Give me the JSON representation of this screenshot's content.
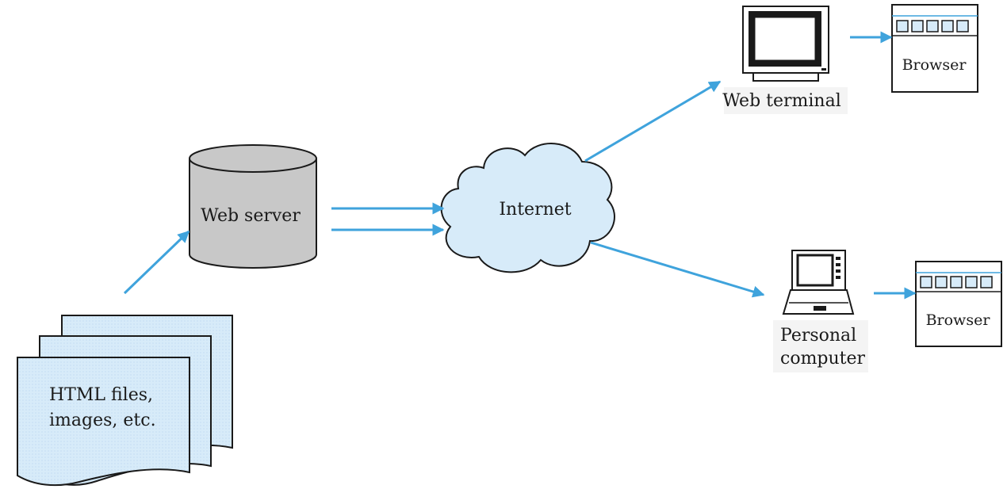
{
  "colors": {
    "arrow": "#3fa3dc",
    "fill_blue": "#d7ebf9",
    "server_gray": "#c8c8c8",
    "outline": "#1a1a1a"
  },
  "nodes": {
    "documents": {
      "icon": "document-stack-icon",
      "label_lines": [
        "HTML files,",
        "images, etc."
      ]
    },
    "web_server": {
      "icon": "database-cylinder-icon",
      "label": "Web server"
    },
    "internet": {
      "icon": "cloud-icon",
      "label": "Internet"
    },
    "web_terminal": {
      "icon": "monitor-icon",
      "label": "Web terminal"
    },
    "personal_computer": {
      "icon": "laptop-icon",
      "label_lines": [
        "Personal",
        "computer"
      ]
    },
    "browser_top": {
      "icon": "browser-window-icon",
      "label": "Browser"
    },
    "browser_bottom": {
      "icon": "browser-window-icon",
      "label": "Browser"
    }
  }
}
